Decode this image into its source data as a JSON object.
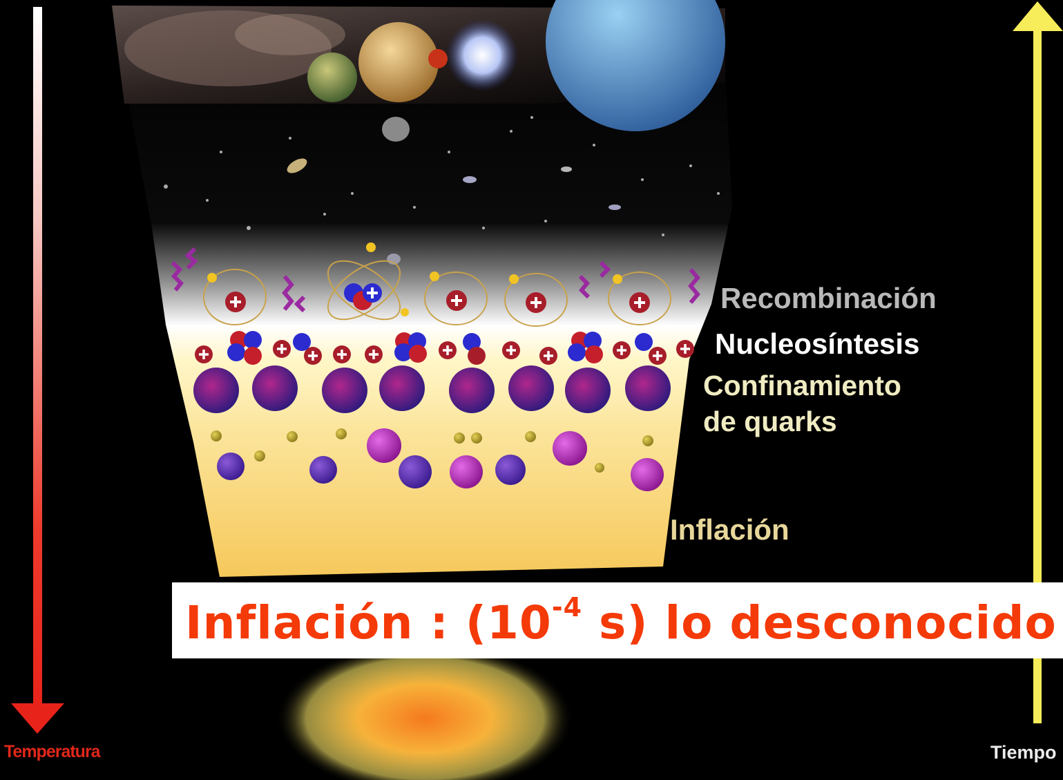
{
  "eras": {
    "recombination": "Recombinación",
    "nucleosynthesis": "Nucleosíntesis",
    "quark_confinement_line1": "Confinamiento",
    "quark_confinement_line2": "de quarks",
    "inflation": "Inflación"
  },
  "axes": {
    "temperature_label": "Temperatura",
    "time_label": "Tiempo",
    "temperature_color": "#e8231a",
    "time_color": "#f7ec5a"
  },
  "banner": {
    "text_before": "Inflación : (10",
    "exponent": "-4",
    "text_after": " s) lo desconocido",
    "color": "#f43a08"
  }
}
